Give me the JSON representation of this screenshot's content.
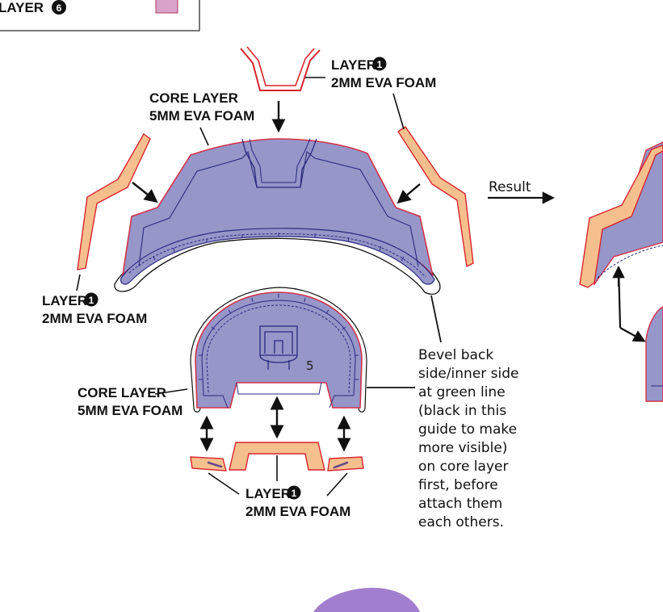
{
  "legend": {
    "label": "LAYER",
    "badge": "6",
    "swatch_color": "#d9a3c9"
  },
  "labels": {
    "top_layer": {
      "line1": "LAYER",
      "badge": "1",
      "line2": "2MM  EVA FOAM"
    },
    "core_top": {
      "line1": "CORE LAYER",
      "line2": "5MM EVA FOAM"
    },
    "left_layer": {
      "line1": "LAYER",
      "badge": "1",
      "line2": "2MM  EVA FOAM"
    },
    "core_bottom": {
      "line1": "CORE LAYER",
      "line2": "5MM EVA FOAM"
    },
    "bottom_layer": {
      "line1": "LAYER",
      "badge": "1",
      "line2": "2MM  EVA FOAM"
    },
    "result": "Result",
    "piece_number": "5",
    "note_lines": [
      "Bevel back",
      "side/inner side",
      "at green line",
      "(black in this",
      "guide to make",
      "more visible)",
      "on core layer",
      "first, before",
      "attach them",
      "each others."
    ]
  },
  "colors": {
    "core_fill": "#9696c8",
    "core_stroke": "#d2324b",
    "inner_line": "#2a2a80",
    "layer_fill": "#f6c08e",
    "layer_stroke": "#d8242e",
    "arrow": "#111111",
    "purple_shape": "#a27fce"
  }
}
